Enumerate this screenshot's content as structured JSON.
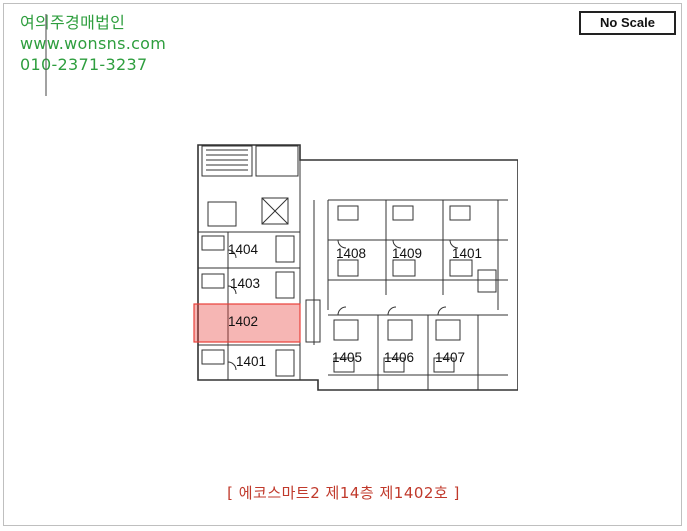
{
  "watermark": {
    "company": "여의주경매법인",
    "website": "www.wonsns.com",
    "phone": "010-2371-3237"
  },
  "badge": {
    "label": "No Scale"
  },
  "plan": {
    "rooms": [
      "1404",
      "1403",
      "1402",
      "1401",
      "1408",
      "1409",
      "1401",
      "1405",
      "1406",
      "1407"
    ],
    "highlight_room": "1402",
    "highlight_color": "#e8403a"
  },
  "caption": {
    "open": "[",
    "text": "에코스마트2 제14층 제1402호",
    "close": "]",
    "color": "#c0392b"
  }
}
